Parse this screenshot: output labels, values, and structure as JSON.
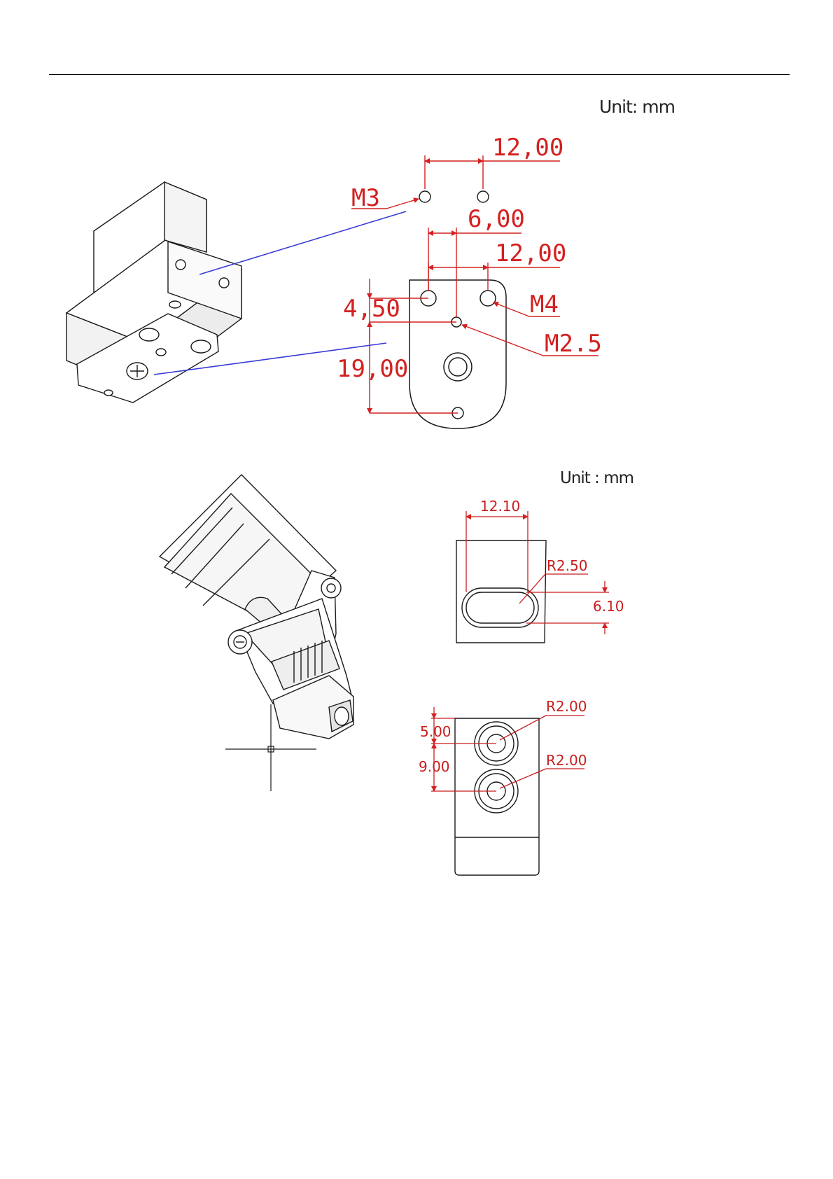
{
  "top_view": {
    "unit_label": "Unit: mm",
    "dims": {
      "d1": "12,00",
      "d2": "6,00",
      "d3": "12,00",
      "d4": "4,50",
      "d5": "19,00"
    },
    "threads": {
      "m3": "M3",
      "m4": "M4",
      "m25": "M2.5"
    }
  },
  "bottom_view": {
    "unit_label": "Unit : mm",
    "dims": {
      "w": "12.10",
      "r1": "R2.50",
      "h": "6.10",
      "v1": "5.00",
      "v2": "9.00",
      "r2": "R2.00",
      "r3": "R2.00"
    }
  },
  "colors": {
    "dimension": "#d42020",
    "leader": "#3a3ad8",
    "outline": "#1a1a1a"
  }
}
